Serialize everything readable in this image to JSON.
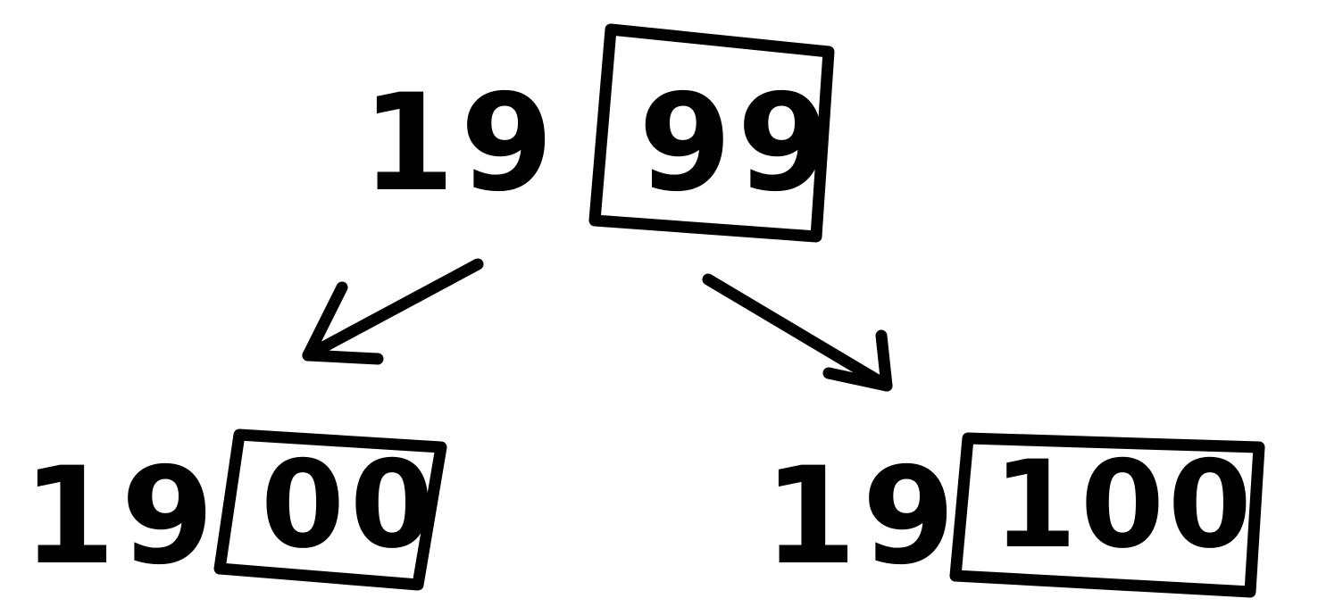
{
  "top": {
    "prefix": "19",
    "boxed": "99"
  },
  "bottom_left": {
    "prefix": "19",
    "boxed": "00"
  },
  "bottom_right": {
    "prefix": "19",
    "boxed": "100"
  },
  "colors": {
    "ink": "#000000",
    "background": "#ffffff"
  }
}
